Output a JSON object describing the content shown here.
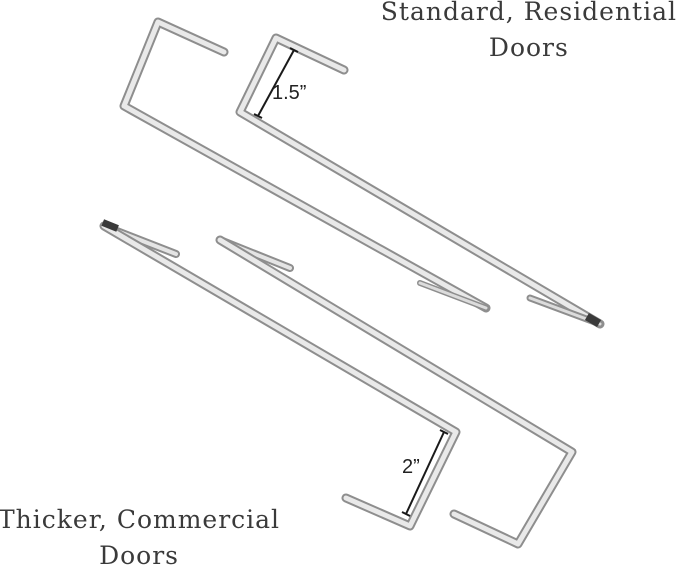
{
  "captions": {
    "top_line1": "Standard, Residential",
    "top_line2": "Doors",
    "bottom_line1": "Thicker, Commercial",
    "bottom_line2": "Doors"
  },
  "measurements": {
    "standard": "1.5”",
    "commercial": "2”"
  },
  "colors": {
    "hook_body": "#c9c9c9",
    "hook_highlight": "#f1f1f1",
    "hook_edge": "#8a8a8a",
    "text": "#3a3a3a"
  }
}
